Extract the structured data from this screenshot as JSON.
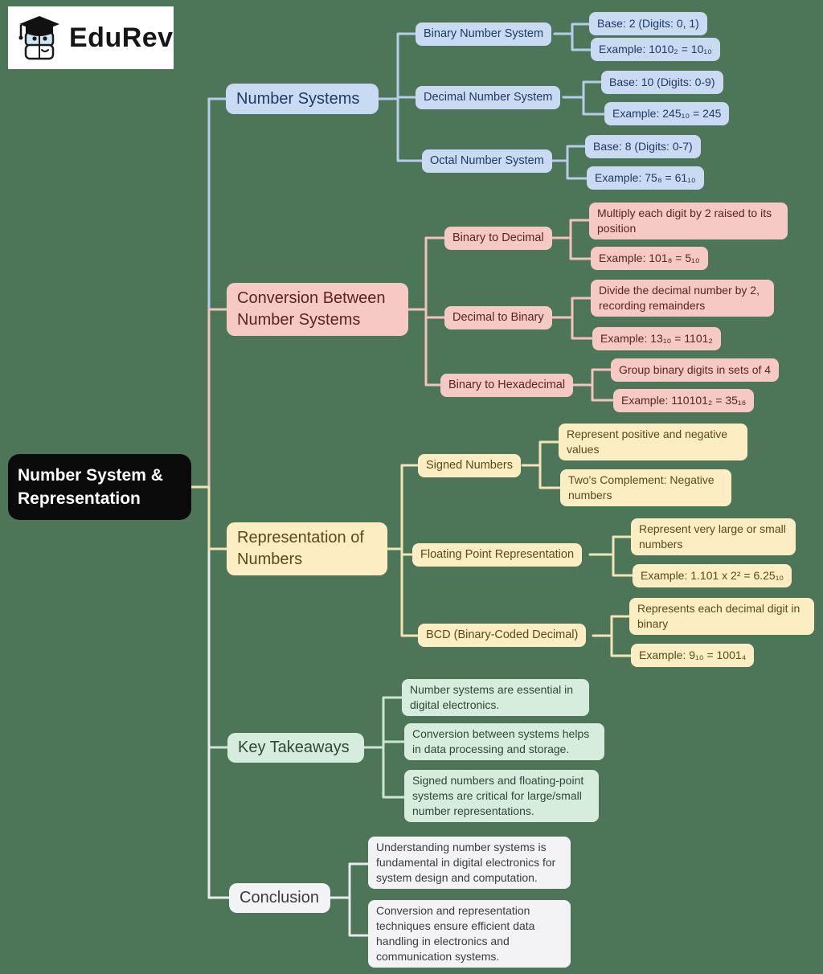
{
  "logo": {
    "brand": "EduRev",
    "icon": "graduation-cap-books-mascot"
  },
  "root": {
    "label": "Number System & Representation"
  },
  "colors": {
    "background": "#4d7659",
    "root_fill": "#0b0b0b",
    "blue_fill": "#c9daf3",
    "blue_line": "#b6cceb",
    "blue_text": "#213a63",
    "pink_fill": "#f7c9c5",
    "pink_line": "#f3c2bd",
    "pink_text": "#582424",
    "yellow_fill": "#fcedc2",
    "yellow_line": "#f4e4b6",
    "yellow_text": "#5a4a1a",
    "green_fill": "#d6ecdc",
    "green_line": "#cbe6d2",
    "green_text": "#31453a",
    "gray_fill": "#f3f3f5",
    "gray_line": "#e9e9ee",
    "gray_text": "#3b3b3b"
  },
  "branches": [
    {
      "label": "Number Systems",
      "children": [
        {
          "label": "Binary Number System",
          "leaves": [
            "Base: 2 (Digits: 0, 1)",
            "Example: 1010₂ = 10₁₀"
          ]
        },
        {
          "label": "Decimal Number System",
          "leaves": [
            "Base: 10 (Digits: 0-9)",
            "Example: 245₁₀ = 245"
          ]
        },
        {
          "label": "Octal Number System",
          "leaves": [
            "Base: 8 (Digits: 0-7)",
            "Example: 75₈ = 61₁₀"
          ]
        }
      ]
    },
    {
      "label": "Conversion Between Number Systems",
      "children": [
        {
          "label": "Binary to Decimal",
          "leaves": [
            "Multiply each digit by 2 raised to its position",
            "Example: 101₈ = 5₁₀"
          ]
        },
        {
          "label": "Decimal to Binary",
          "leaves": [
            "Divide the decimal number by 2, recording remainders",
            "Example: 13₁₀ = 1101₂"
          ]
        },
        {
          "label": "Binary to Hexadecimal",
          "leaves": [
            "Group binary digits in sets of 4",
            "Example: 110101₂ = 35₁₆"
          ]
        }
      ]
    },
    {
      "label": "Representation of Numbers",
      "children": [
        {
          "label": "Signed Numbers",
          "leaves": [
            "Represent positive and negative values",
            "Two's Complement: Negative numbers"
          ]
        },
        {
          "label": "Floating Point Representation",
          "leaves": [
            "Represent very large or small numbers",
            "Example: 1.101 x 2² = 6.25₁₀"
          ]
        },
        {
          "label": "BCD (Binary-Coded Decimal)",
          "leaves": [
            "Represents each decimal digit in binary",
            "Example: 9₁₀ = 1001₄"
          ]
        }
      ]
    },
    {
      "label": "Key Takeaways",
      "leaves": [
        "Number systems are essential in digital electronics.",
        "Conversion between systems helps in data processing and storage.",
        "Signed numbers and floating-point systems are critical for large/small number representations."
      ]
    },
    {
      "label": "Conclusion",
      "leaves": [
        "Understanding number systems is fundamental in digital electronics for system design and computation.",
        "Conversion and representation techniques ensure efficient data handling in electronics and communication systems."
      ]
    }
  ]
}
